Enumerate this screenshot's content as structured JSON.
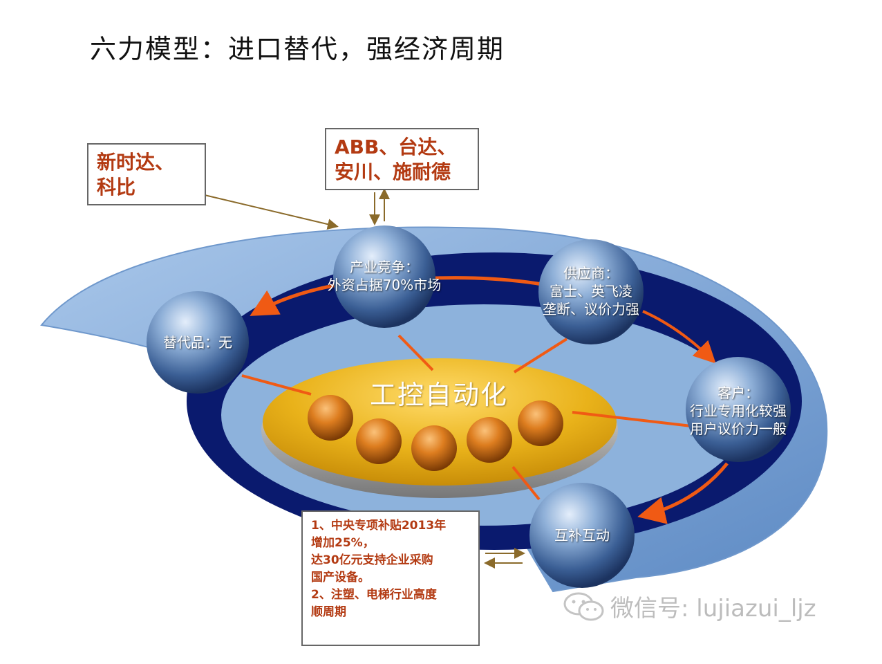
{
  "title": "六力模型：进口替代，强经济周期",
  "core": {
    "label": "工控自动化"
  },
  "forces": [
    {
      "id": "industry",
      "lines": [
        "产业竞争：",
        "外资占据70%市场"
      ]
    },
    {
      "id": "supplier",
      "lines": [
        "供应商：",
        "富士、英飞凌",
        "垄断、议价力强"
      ]
    },
    {
      "id": "substitute",
      "lines": [
        "替代品：无"
      ]
    },
    {
      "id": "customer",
      "lines": [
        "客户：",
        "行业专用化较强",
        "用户议价力一般"
      ]
    },
    {
      "id": "complement",
      "lines": [
        "互补互动"
      ]
    }
  ],
  "callouts": {
    "new_entrants": [
      "新时达、",
      "科比"
    ],
    "competitors": [
      "ABB、台达、",
      "安川、施耐德"
    ],
    "policy": [
      "1、中央专项补贴2013年",
      "增加25%，",
      "达30亿元支持企业采购",
      "国产设备。",
      "2、注塑、电梯行业高度",
      "顺周期"
    ]
  },
  "watermark": {
    "text": "微信号: lujiazui_ljz",
    "icon": "wechat-icon"
  },
  "colors": {
    "outer_band": "#7aa6d8",
    "inner_band": "#0a1a6e",
    "sphere": "#3d6aa8",
    "core": "#e8b418",
    "ball": "#d9781e",
    "arrow": "#f05a14",
    "callout_text": "#b33a12"
  }
}
